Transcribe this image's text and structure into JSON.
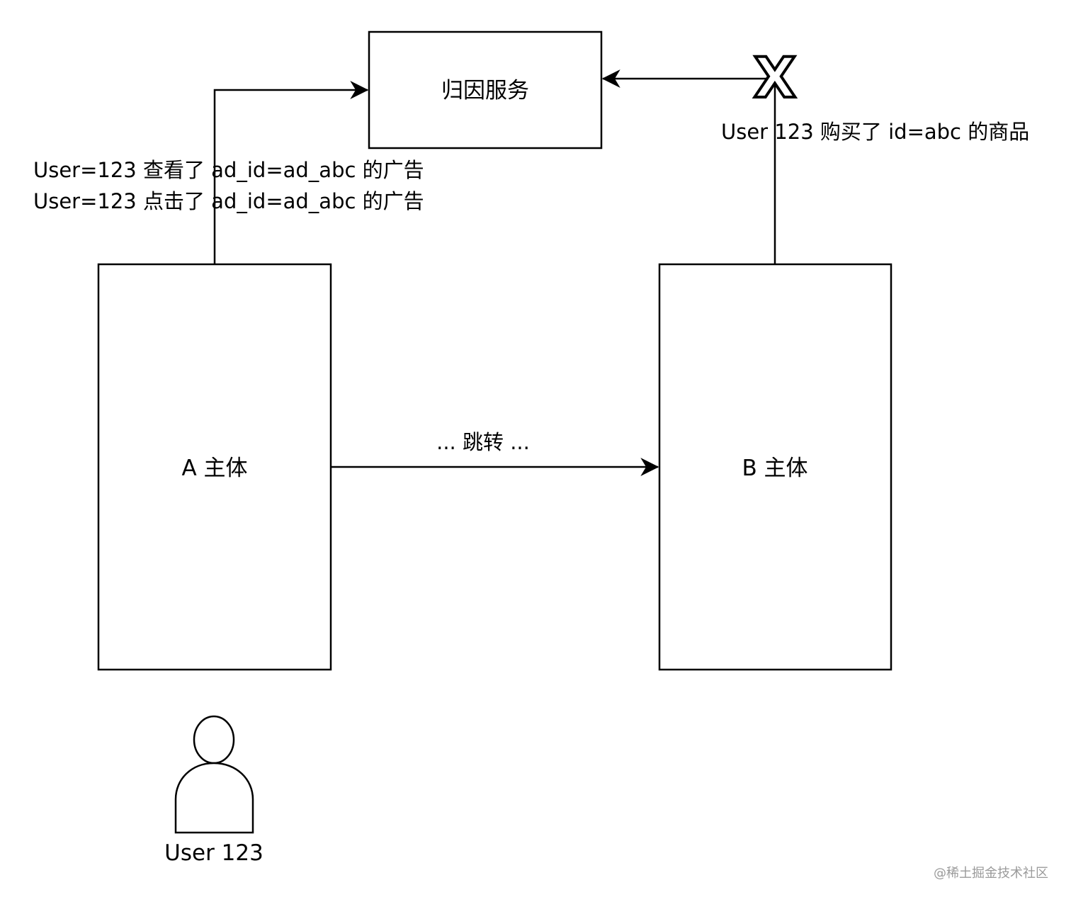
{
  "diagram": {
    "nodes": {
      "attribution": {
        "label": "归因服务"
      },
      "entity_a": {
        "label": "A 主体"
      },
      "entity_b": {
        "label": "B 主体"
      },
      "user": {
        "label": "User 123"
      }
    },
    "edges": {
      "a_to_attribution": {
        "labels": [
          "User=123 查看了 ad_id=ad_abc 的广告",
          "User=123 点击了 ad_id=ad_abc 的广告"
        ]
      },
      "b_to_attribution": {
        "label": "User 123 购买了 id=abc 的商品",
        "blocked_marker": "X"
      },
      "a_to_b": {
        "label": "... 跳转 ..."
      }
    },
    "watermark": "@稀土掘金技术社区"
  },
  "colors": {
    "stroke": "#000000",
    "background": "#ffffff",
    "watermark": "#9a9a9a"
  }
}
